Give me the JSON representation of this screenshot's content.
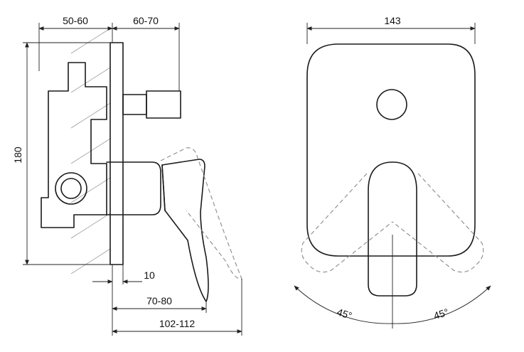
{
  "dimensions": {
    "top_left": "50-60",
    "top_right": "60-70",
    "height": "180",
    "bottom_10": "10",
    "bottom_70_80": "70-80",
    "bottom_102_112": "102-112",
    "front_width": "143",
    "angle_left": "45°",
    "angle_right": "45°"
  },
  "colors": {
    "line": "#1a1a1a",
    "hidden": "#8a8a8a",
    "hatch": "#9a9a9a"
  }
}
